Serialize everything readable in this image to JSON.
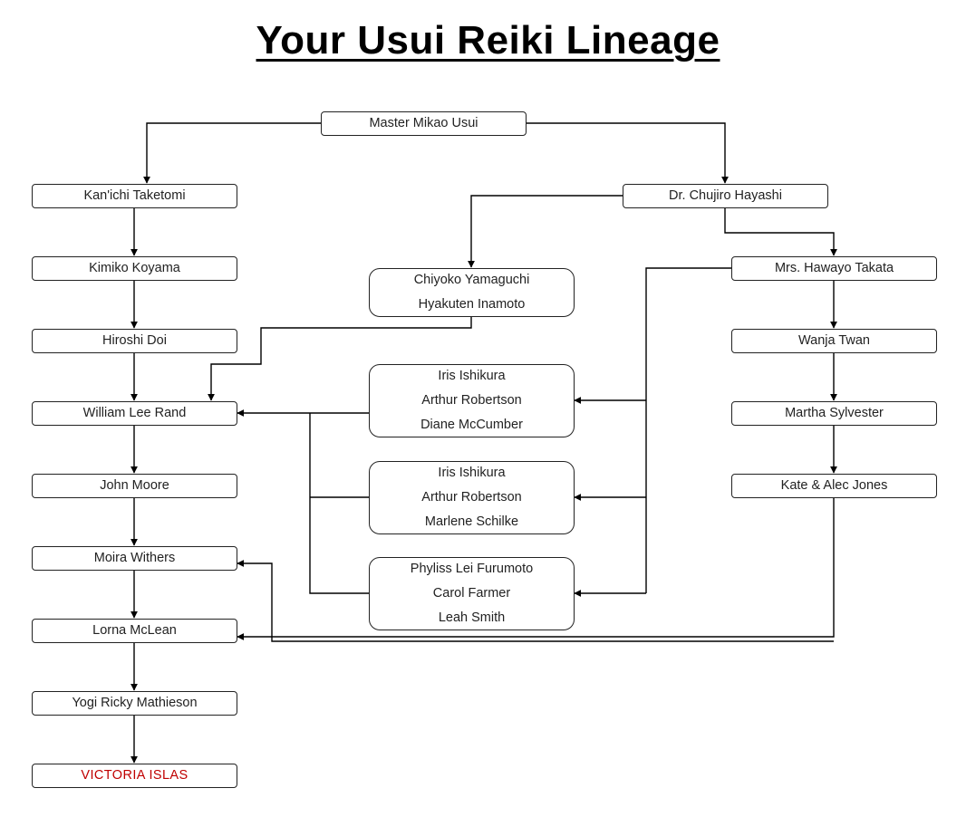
{
  "title": "Your Usui Reiki Lineage",
  "colors": {
    "line": "#000000",
    "highlight": "#c00000"
  },
  "nodes": {
    "usui": [
      "Master Mikao Usui"
    ],
    "taketomi": [
      "Kan'ichi Taketomi"
    ],
    "koyama": [
      "Kimiko Koyama"
    ],
    "doi": [
      "Hiroshi Doi"
    ],
    "rand": [
      "William Lee Rand"
    ],
    "moore": [
      "John Moore"
    ],
    "withers": [
      "Moira Withers"
    ],
    "mclean": [
      "Lorna McLean"
    ],
    "mathieson": [
      "Yogi Ricky Mathieson"
    ],
    "islas": [
      "VICTORIA ISLAS"
    ],
    "hayashi": [
      "Dr. Chujiro Hayashi"
    ],
    "yamaguchi": [
      "Chiyoko Yamaguchi",
      "Hyakuten Inamoto"
    ],
    "takata": [
      "Mrs. Hawayo Takata"
    ],
    "twan": [
      "Wanja Twan"
    ],
    "sylvester": [
      "Martha Sylvester"
    ],
    "jones": [
      "Kate & Alec Jones"
    ],
    "group1": [
      "Iris Ishikura",
      "Arthur Robertson",
      "Diane McCumber"
    ],
    "group2": [
      "Iris Ishikura",
      "Arthur Robertson",
      "Marlene Schilke"
    ],
    "group3": [
      "Phyliss Lei Furumoto",
      "Carol Farmer",
      "Leah Smith"
    ]
  }
}
